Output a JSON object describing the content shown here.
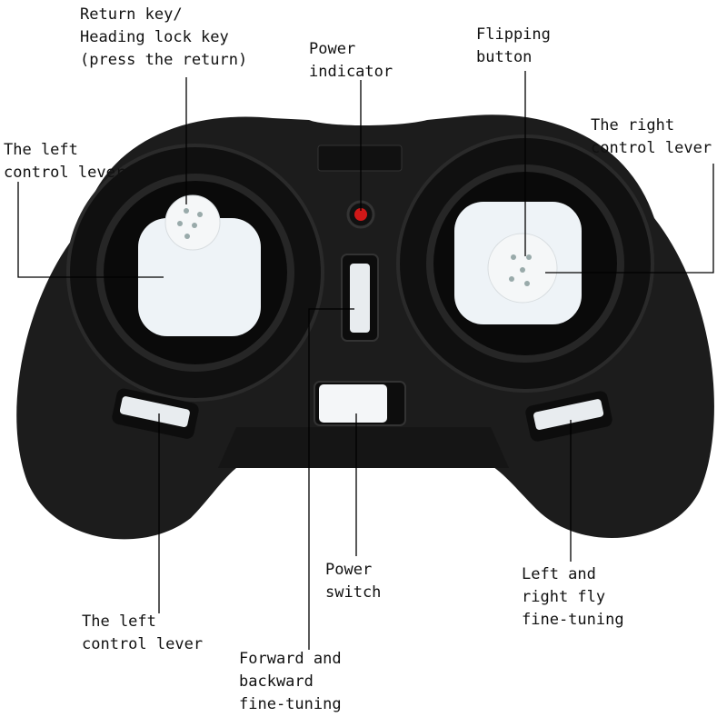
{
  "labels": {
    "return_key": "Return key/\nHeading lock key\n(press the return)",
    "power_indicator": "Power\nindicator",
    "flipping_button": "Flipping\nbutton",
    "right_lever": "The right\ncontrol lever",
    "left_lever_top": "The left\ncontrol lever",
    "left_lever_bottom": "The left\ncontrol lever",
    "power_switch": "Power\nswitch",
    "forward_backward": "Forward and\nbackward\nfine-tuning",
    "left_right_fly": "Left and\nright fly\nfine-tuning"
  },
  "colors": {
    "body": "#1c1c1c",
    "stick": "#eef3f7",
    "indicator": "#d01818"
  }
}
